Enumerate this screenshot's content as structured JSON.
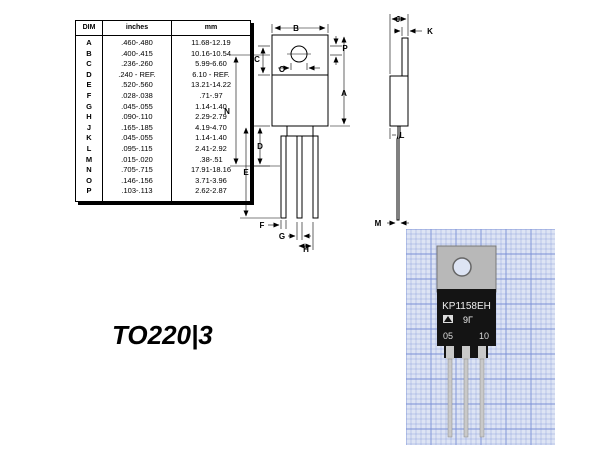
{
  "table": {
    "headers": [
      "DIM",
      "inches",
      "mm"
    ],
    "rows": [
      {
        "dim": "A",
        "inches": ".460-.480",
        "mm": "11.68-12.19"
      },
      {
        "dim": "B",
        "inches": ".400-.415",
        "mm": "10.16-10.54"
      },
      {
        "dim": "C",
        "inches": ".236-.260",
        "mm": "5.99-6.60"
      },
      {
        "dim": "D",
        "inches": ".240 - REF.",
        "mm": "6.10 - REF."
      },
      {
        "dim": "E",
        "inches": ".520-.560",
        "mm": "13.21-14.22"
      },
      {
        "dim": "F",
        "inches": ".028-.038",
        "mm": ".71-.97"
      },
      {
        "dim": "G",
        "inches": ".045-.055",
        "mm": "1.14-1.40"
      },
      {
        "dim": "H",
        "inches": ".090-.110",
        "mm": "2.29-2.79"
      },
      {
        "dim": "J",
        "inches": ".165-.185",
        "mm": "4.19-4.70"
      },
      {
        "dim": "K",
        "inches": ".045-.055",
        "mm": "1.14-1.40"
      },
      {
        "dim": "L",
        "inches": ".095-.115",
        "mm": "2.41-2.92"
      },
      {
        "dim": "M",
        "inches": ".015-.020",
        "mm": ".38-.51"
      },
      {
        "dim": "N",
        "inches": ".705-.715",
        "mm": "17.91-18.16"
      },
      {
        "dim": "O",
        "inches": ".146-.156",
        "mm": "3.71-3.96"
      },
      {
        "dim": "P",
        "inches": ".103-.113",
        "mm": "2.62-2.87"
      }
    ]
  },
  "labels": {
    "B": "B",
    "C": "C",
    "O": "O",
    "P": "P",
    "A": "A",
    "N": "N",
    "D": "D",
    "E": "E",
    "F": "F",
    "G": "G",
    "H": "H",
    "J": "J",
    "K": "K",
    "L": "L",
    "M": "M"
  },
  "package_title": "TO220|3",
  "photo": {
    "marking_line1": "KP1158EH",
    "marking_line2": "9Г",
    "marking_line3a": "05",
    "marking_line3b": "10"
  },
  "colors": {
    "grid_line": "#7a8fd6",
    "grid_bg": "#dde4f4",
    "tab_metal": "#b8b8b8",
    "body_epoxy": "#141414",
    "lead_metal": "#c9c9c9"
  }
}
